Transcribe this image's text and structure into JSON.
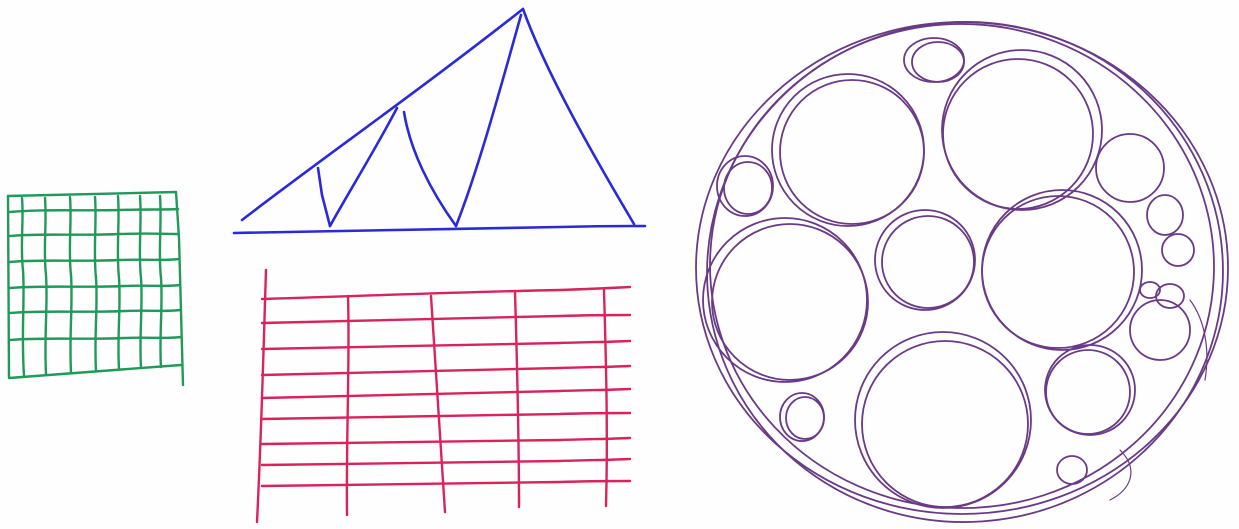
{
  "sheet": {
    "background": "#fefefe"
  },
  "sketches": [
    {
      "name": "green-grid-sketch",
      "shape": "grid",
      "color": "#1f9a5a",
      "cells": "about 6 x 7"
    },
    {
      "name": "blue-triangle-sketch",
      "shape": "triangle with inner zigzag",
      "color": "#2a2ad8"
    },
    {
      "name": "red-grid-sketch",
      "shape": "grid",
      "color": "#d8245a",
      "columns": 4,
      "rows": 9
    },
    {
      "name": "purple-circle-packing-sketch",
      "shape": "circles packed inside a large circle",
      "color": "#6a3a86"
    }
  ]
}
